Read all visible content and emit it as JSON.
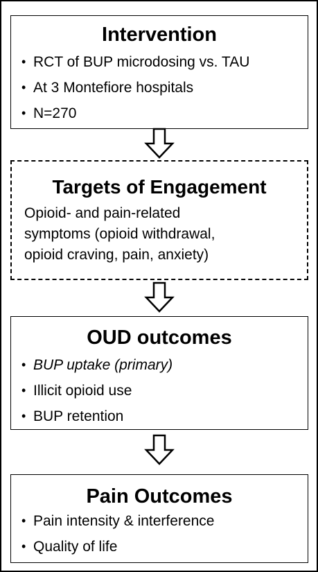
{
  "intervention": {
    "title": "Intervention",
    "items": [
      "RCT of BUP microdosing vs. TAU",
      "At 3 Montefiore hospitals",
      "N=270"
    ]
  },
  "targets": {
    "title": "Targets of Engagement",
    "lines": [
      "Opioid- and pain-related",
      "symptoms (opioid withdrawal,",
      "opioid craving, pain, anxiety)"
    ]
  },
  "oud_outcomes": {
    "title": "OUD outcomes",
    "items": [
      "BUP uptake (primary)",
      "Illicit opioid use",
      "BUP retention"
    ]
  },
  "pain_outcomes": {
    "title": "Pain Outcomes",
    "items": [
      "Pain intensity & interference",
      "Quality of life"
    ]
  },
  "bullet": "•"
}
